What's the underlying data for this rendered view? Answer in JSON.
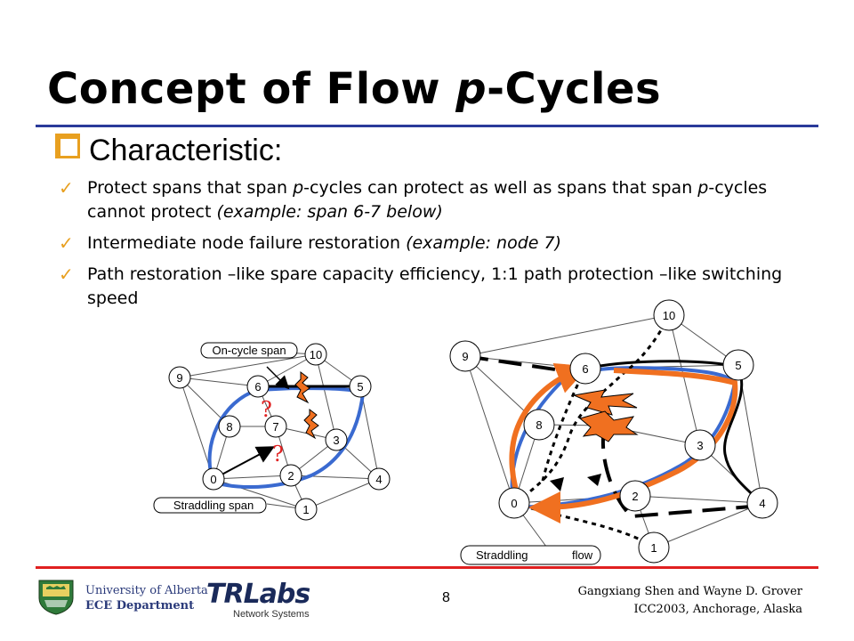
{
  "slide": {
    "title_prefix": "Concept of Flow ",
    "title_italic": "p",
    "title_suffix": "-Cycles",
    "heading": "Characteristic:",
    "bullets": [
      {
        "a": "Protect spans that span ",
        "b": "p",
        "c": "-cycles can protect as well as spans that span ",
        "d": "p",
        "e": "-cycles cannot protect ",
        "ex": "(example: span 6-7 below)"
      },
      {
        "a": "Intermediate node failure restoration ",
        "ex": "(example: node 7)"
      },
      {
        "a": "Path restoration –like spare capacity efficiency, 1:1 path protection –like switching speed"
      }
    ],
    "check_glyph": "✓"
  },
  "left_diagram": {
    "nodes": [
      "9",
      "10",
      "6",
      "5",
      "8",
      "7",
      "3",
      "0",
      "2",
      "4",
      "1"
    ],
    "label_on_cycle": "On-cycle span",
    "label_straddling": "Straddling span",
    "question_mark": "?"
  },
  "right_diagram": {
    "nodes": [
      "10",
      "9",
      "6",
      "5",
      "8",
      "3",
      "0",
      "2",
      "4",
      "1"
    ],
    "label_straddling": "Straddling",
    "label_flow": "flow"
  },
  "footer": {
    "university": "University of Alberta",
    "department": "ECE Department",
    "lab_logo": "TRLabs",
    "lab_sub": "Network Systems",
    "page_number": "8",
    "authors": "Gangxiang Shen and Wayne D. Grover",
    "venue": "ICC2003, Anchorage, Alaska"
  },
  "colors": {
    "title_rule": "#2a3a9a",
    "footer_rule": "#e02020",
    "cycle_blue": "#3a6ad0",
    "flow_orange": "#f07020",
    "check": "#e8a020"
  }
}
